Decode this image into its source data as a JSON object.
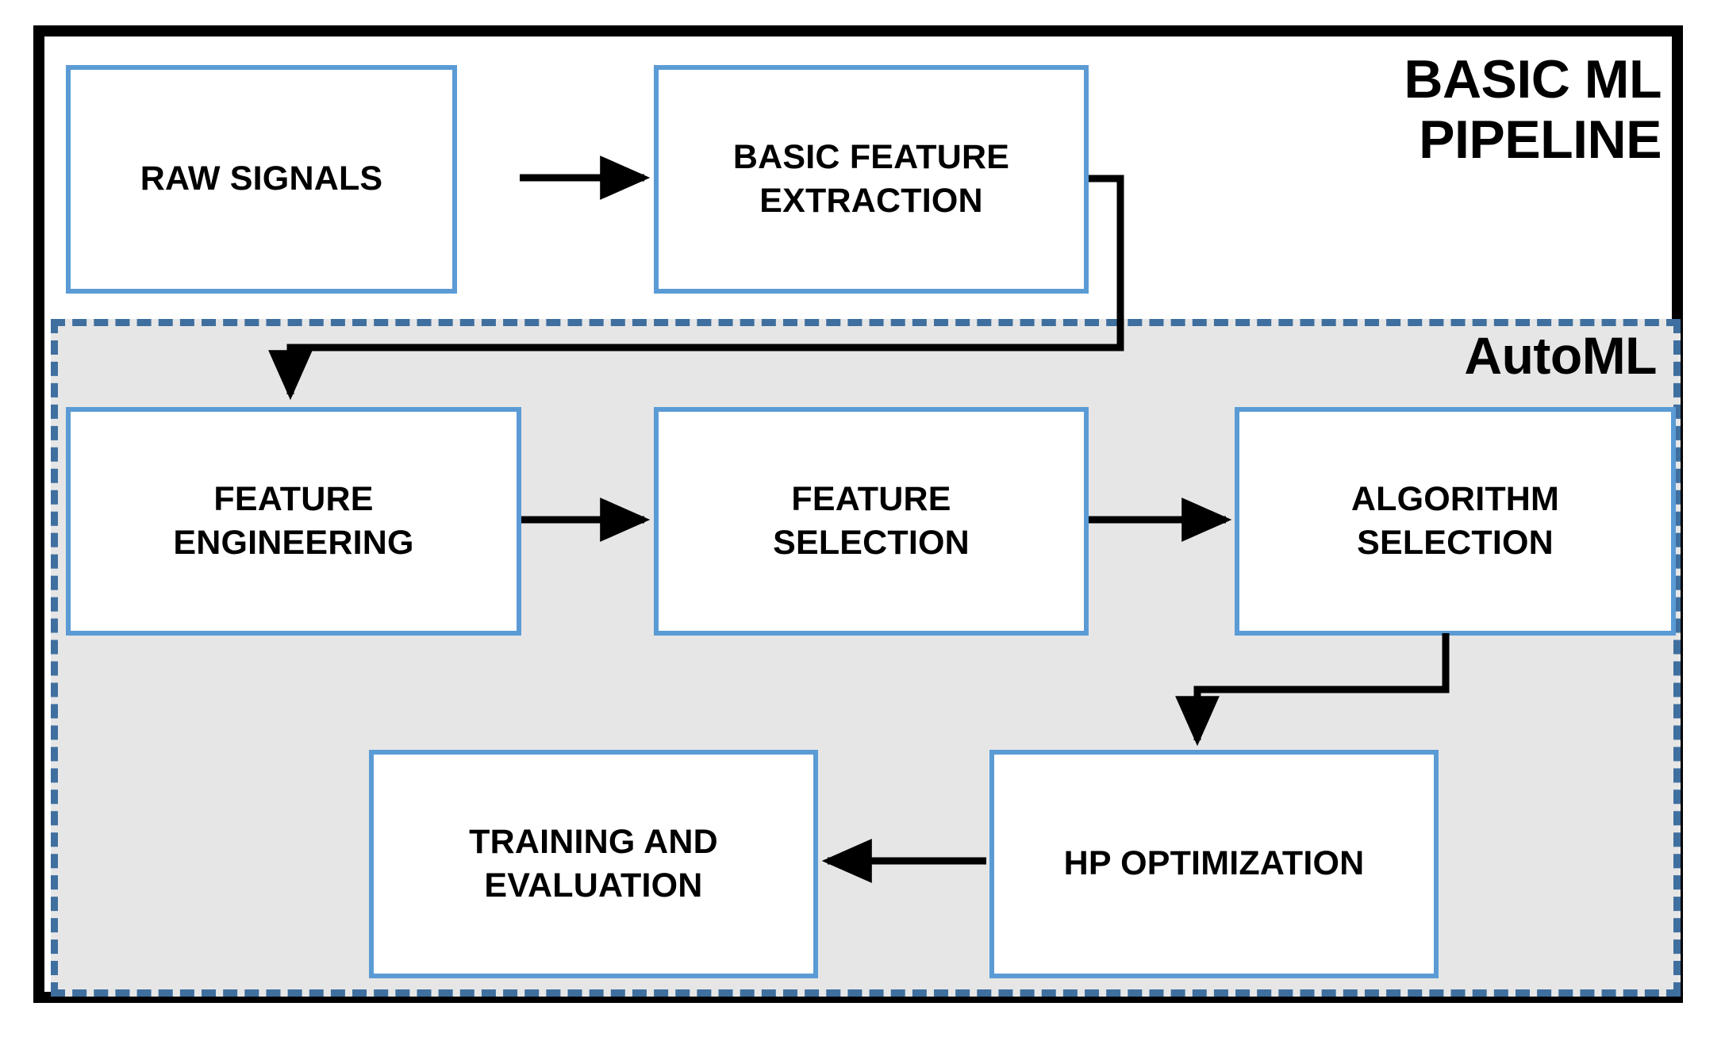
{
  "diagram": {
    "title": "BASIC ML\nPIPELINE",
    "title_line1": "BASIC ML",
    "title_line2": "PIPELINE",
    "group_label": "AutoML",
    "colors": {
      "frame": "#000000",
      "box_border": "#5b9bd5",
      "group_border": "#3f6f9f",
      "group_fill": "#e6e6e6",
      "box_fill": "#ffffff",
      "connector": "#000000",
      "text": "#000000"
    },
    "nodes": [
      {
        "id": "raw-signals",
        "label": "RAW SIGNALS",
        "line1": "RAW SIGNALS",
        "line2": "",
        "group": "pipeline"
      },
      {
        "id": "basic-feature-extraction",
        "label": "BASIC FEATURE EXTRACTION",
        "line1": "BASIC FEATURE",
        "line2": "EXTRACTION",
        "group": "pipeline"
      },
      {
        "id": "feature-engineering",
        "label": "FEATURE ENGINEERING",
        "line1": "FEATURE",
        "line2": "ENGINEERING",
        "group": "automl"
      },
      {
        "id": "feature-selection",
        "label": "FEATURE SELECTION",
        "line1": "FEATURE",
        "line2": "SELECTION",
        "group": "automl"
      },
      {
        "id": "algorithm-selection",
        "label": "ALGORITHM SELECTION",
        "line1": "ALGORITHM",
        "line2": "SELECTION",
        "group": "automl"
      },
      {
        "id": "hp-optimization",
        "label": "HP OPTIMIZATION",
        "line1": "HP OPTIMIZATION",
        "line2": "",
        "group": "automl"
      },
      {
        "id": "training-and-evaluation",
        "label": "TRAINING AND EVALUATION",
        "line1": "TRAINING AND",
        "line2": "EVALUATION",
        "group": "automl"
      }
    ],
    "edges": [
      {
        "from": "raw-signals",
        "to": "basic-feature-extraction",
        "style": "straight-right"
      },
      {
        "from": "basic-feature-extraction",
        "to": "feature-engineering",
        "style": "elbow-down-left-down"
      },
      {
        "from": "feature-engineering",
        "to": "feature-selection",
        "style": "straight-right"
      },
      {
        "from": "feature-selection",
        "to": "algorithm-selection",
        "style": "straight-right"
      },
      {
        "from": "algorithm-selection",
        "to": "hp-optimization",
        "style": "elbow-down-left-down"
      },
      {
        "from": "hp-optimization",
        "to": "training-and-evaluation",
        "style": "straight-left"
      }
    ]
  }
}
